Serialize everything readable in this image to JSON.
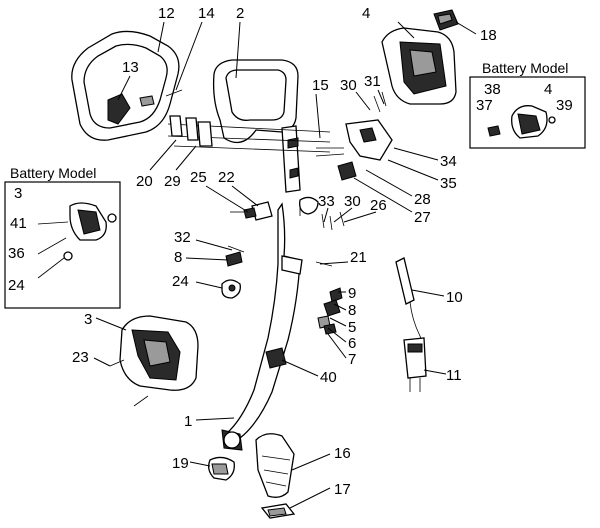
{
  "inset_left": {
    "title": "Battery Model",
    "labels": [
      "3",
      "41",
      "36",
      "24"
    ]
  },
  "inset_right": {
    "title": "Battery Model",
    "labels": [
      "38",
      "4",
      "37",
      "39"
    ]
  },
  "callouts": [
    "12",
    "14",
    "2",
    "4",
    "18",
    "13",
    "15",
    "30",
    "31",
    "20",
    "29",
    "25",
    "22",
    "34",
    "35",
    "28",
    "27",
    "33",
    "30",
    "26",
    "32",
    "8",
    "21",
    "24",
    "9",
    "8",
    "5",
    "6",
    "7",
    "10",
    "3",
    "23",
    "40",
    "11",
    "1",
    "16",
    "19",
    "17"
  ]
}
